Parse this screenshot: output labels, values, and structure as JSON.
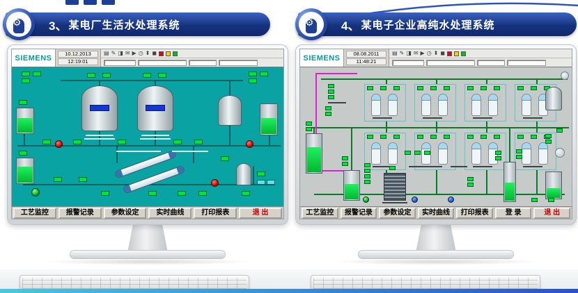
{
  "banners": [
    {
      "number": "3、",
      "title": "某电厂生活水处理系统"
    },
    {
      "number": "4、",
      "title": "某电子企业高纯水处理系统"
    }
  ],
  "monitors": [
    {
      "brand": "SIEMENS",
      "date": "10.12.2013",
      "time": "12:19:01",
      "menu": [
        "工艺监控",
        "报警记录",
        "参数设定",
        "实时曲线",
        "打印报表",
        "退 出"
      ]
    },
    {
      "brand": "SIEMENS",
      "date": "08.08.2011",
      "time": "11:48:21",
      "menu": [
        "工艺监控",
        "报警记录",
        "参数设定",
        "实时曲线",
        "打印报表",
        "登 录",
        "退 出"
      ]
    }
  ],
  "icons": {
    "gear": "⚙",
    "toolbar": [
      {
        "g": "▤",
        "n": "file-icon"
      },
      {
        "g": "✎",
        "n": "edit-icon"
      },
      {
        "g": "◨",
        "n": "window-icon"
      },
      {
        "g": "✉",
        "n": "mail-icon"
      },
      {
        "g": "▶",
        "n": "run-icon"
      },
      {
        "g": "◷",
        "n": "clock-icon"
      },
      {
        "g": "⬍",
        "n": "scroll-icon"
      },
      {
        "g": "◼",
        "n": "stop-icon"
      }
    ]
  },
  "colors": {
    "banner_blue": "#16337f",
    "hmi_teal_background": "#0aa3a3",
    "hmi_gray_background": "#c6cac9",
    "exit_red": "#c40000",
    "indicator_green": "#00e23c",
    "siemens_teal": "#0b9a9a"
  }
}
